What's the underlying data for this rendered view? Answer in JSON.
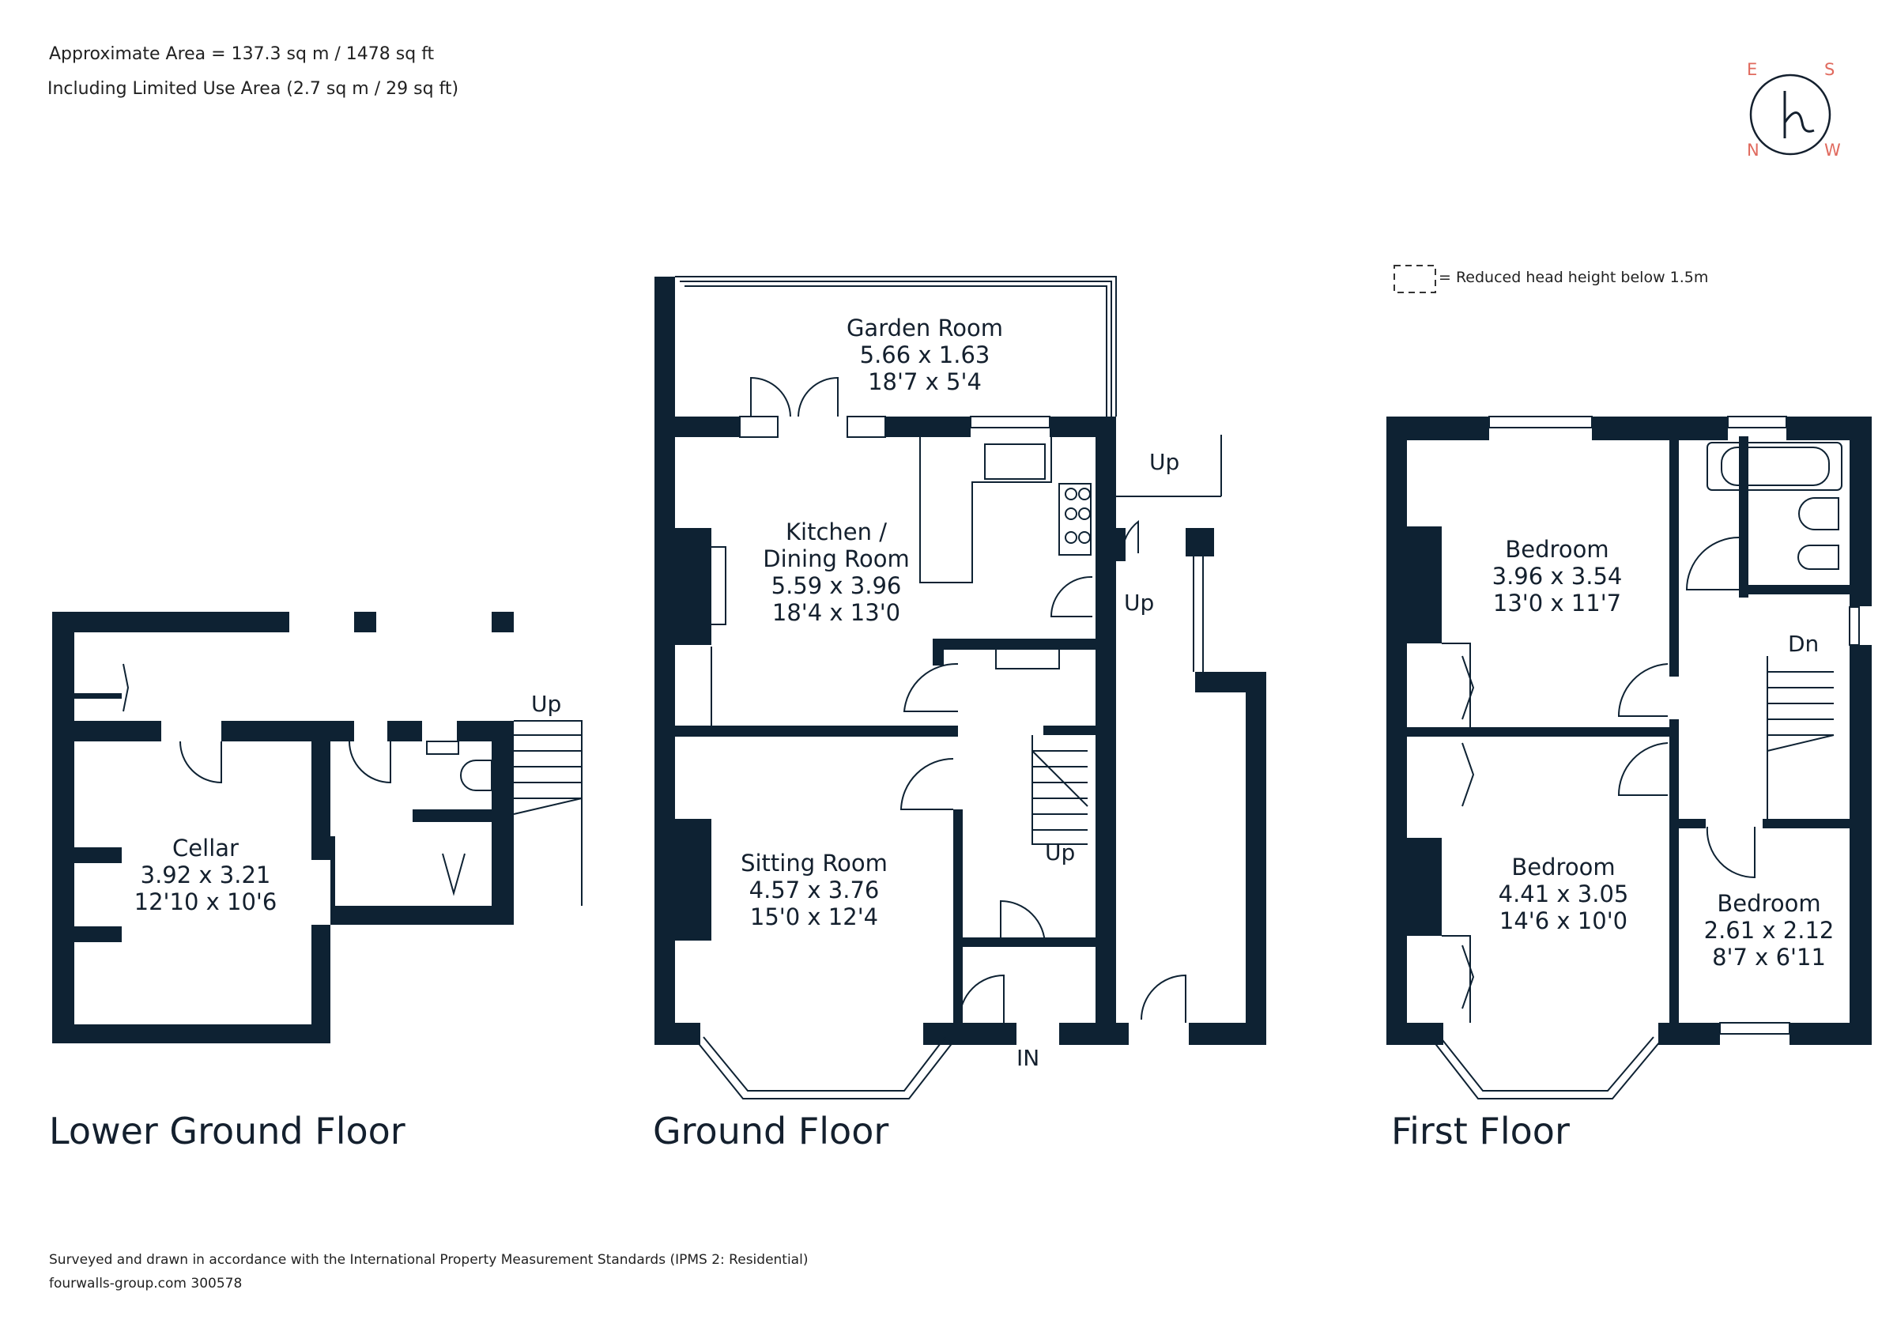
{
  "header": {
    "area_line": "Approximate Area = 137.3 sq m / 1478 sq ft",
    "limited_line": "Including Limited Use Area (2.7 sq m / 29 sq ft)"
  },
  "compass": {
    "north": "N",
    "south": "S",
    "east": "E",
    "west": "W",
    "logo_letter": "h"
  },
  "legend": {
    "text": "= Reduced head height below 1.5m"
  },
  "floors": {
    "lower_ground": "Lower Ground Floor",
    "ground": "Ground Floor",
    "first": "First Floor"
  },
  "rooms": {
    "cellar": {
      "name": "Cellar",
      "metric": "3.92 x 3.21",
      "imperial": "12'10 x 10'6"
    },
    "garden_room": {
      "name": "Garden Room",
      "metric": "5.66 x 1.63",
      "imperial": "18'7 x 5'4"
    },
    "kitchen": {
      "name_line1": "Kitchen /",
      "name_line2": "Dining Room",
      "metric": "5.59 x 3.96",
      "imperial": "18'4 x 13'0"
    },
    "sitting": {
      "name": "Sitting Room",
      "metric": "4.57 x 3.76",
      "imperial": "15'0 x 12'4"
    },
    "bedroom1": {
      "name": "Bedroom",
      "metric": "3.96 x 3.54",
      "imperial": "13'0 x 11'7"
    },
    "bedroom2": {
      "name": "Bedroom",
      "metric": "4.41 x 3.05",
      "imperial": "14'6 x 10'0"
    },
    "bedroom3": {
      "name": "Bedroom",
      "metric": "2.61 x 2.12",
      "imperial": "8'7 x 6'11"
    }
  },
  "labels": {
    "up_lower": "Up",
    "up_side": "Up",
    "up_kitchen": "Up",
    "up_stairs": "Up",
    "in": "IN",
    "dn": "Dn"
  },
  "footer": {
    "survey": "Surveyed and drawn in accordance with the International Property Measurement Standards (IPMS 2: Residential)",
    "ref": "fourwalls-group.com 300578"
  },
  "colors": {
    "wall": "#0e2233",
    "compass_accent": "#e06a5e"
  }
}
